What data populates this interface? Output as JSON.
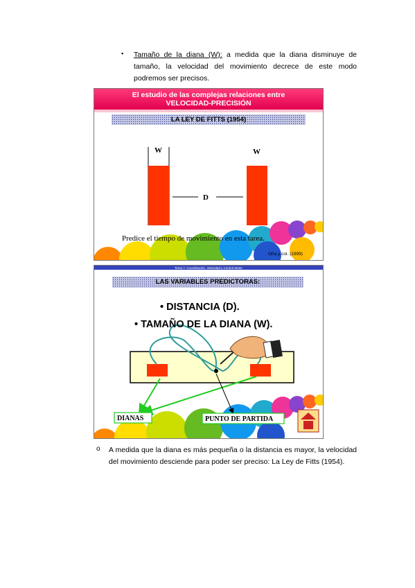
{
  "paragraph1": {
    "term": "Tamaño de la diana (W):",
    "text": " a medida que la diana disminuye de tamaño, la velocidad del movimiento decrece de este modo podremos ser precisos."
  },
  "slide1": {
    "title_line1": "El estudio de las complejas relaciones entre",
    "title_line2": "VELOCIDAD-PRECISIÓN",
    "subtitle": "LA LEY DE FITTS (1954)",
    "label_w_left": "W",
    "label_w_right": "W",
    "label_d": "D",
    "caption": "Predice el tiempo de movimiento en esta tarea.",
    "credit": "Oña y col. (1999)"
  },
  "slide2": {
    "header": "Tema 7. Coordinación, Velocidad y Control Motor",
    "subtitle": "LAS VARIABLES PREDICTORAS:",
    "bullet1": "• DISTANCIA (D).",
    "bullet2": "• TAMAÑO DE LA DIANA (W).",
    "label_dianas": "DIANAS",
    "label_punto": "PUNTO  DE PARTIDA"
  },
  "paragraph2": {
    "text": "A medida que la diana es más pequeña o la distancia es mayor, la velocidad del movimiento desciende para poder ser preciso: La Ley de Fitts (1954)."
  },
  "colors": {
    "header_pink": "#e2004f",
    "target_red": "#ff3300",
    "arrow_green": "#22cc22",
    "path_teal": "#2f9b9b"
  }
}
